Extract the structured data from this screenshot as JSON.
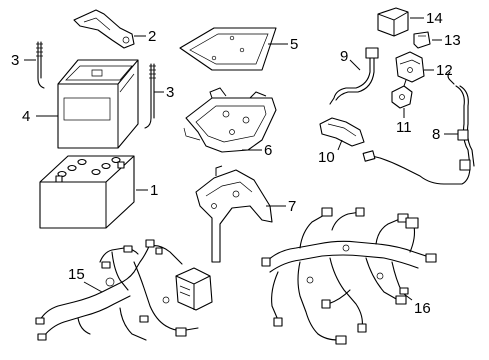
{
  "callouts": [
    {
      "id": "1",
      "label": "1"
    },
    {
      "id": "2",
      "label": "2"
    },
    {
      "id": "3a",
      "label": "3"
    },
    {
      "id": "3b",
      "label": "3"
    },
    {
      "id": "4",
      "label": "4"
    },
    {
      "id": "5",
      "label": "5"
    },
    {
      "id": "6",
      "label": "6"
    },
    {
      "id": "7",
      "label": "7"
    },
    {
      "id": "8",
      "label": "8"
    },
    {
      "id": "9",
      "label": "9"
    },
    {
      "id": "10",
      "label": "10"
    },
    {
      "id": "11",
      "label": "11"
    },
    {
      "id": "12",
      "label": "12"
    },
    {
      "id": "13",
      "label": "13"
    },
    {
      "id": "14",
      "label": "14"
    },
    {
      "id": "15",
      "label": "15"
    },
    {
      "id": "16",
      "label": "16"
    }
  ]
}
